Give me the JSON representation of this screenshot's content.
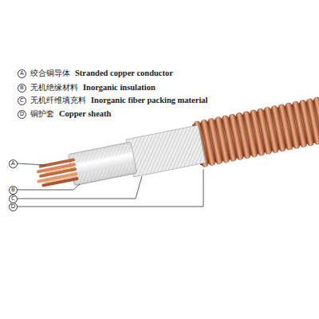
{
  "diagram": {
    "labels": [
      "A",
      "绞合铜导体",
      "Stranded copper conductor",
      "B",
      "无机绝缘材料",
      "Inorganic insulation",
      "C",
      "无机纤维填充料",
      "Inorganic fiber packing material",
      "D",
      "铜护套",
      "Copper sheath",
      "A",
      "B",
      "C",
      "D"
    ]
  }
}
